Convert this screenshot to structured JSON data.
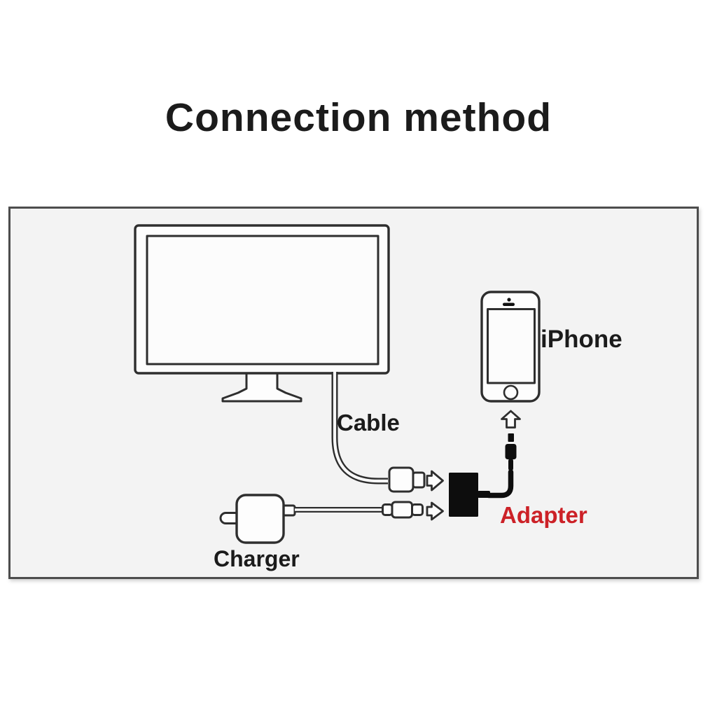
{
  "title": "Connection method",
  "diagram": {
    "labels": {
      "cable": "Cable",
      "iphone": "iPhone",
      "charger": "Charger",
      "adapter": "Adapter"
    },
    "colors": {
      "page_background": "#ffffff",
      "panel_background": "#f3f3f3",
      "panel_border": "#4d4d4d",
      "line_art": "#2e2e2e",
      "solid_black": "#0d0d0d",
      "adapter_label": "#cc2127",
      "title_text": "#1b1b1b"
    },
    "icons": [
      "monitor-icon",
      "cable-line",
      "hdmi-connector-icon",
      "right-arrow-icon",
      "adapter-icon",
      "lightning-connector-icon",
      "up-arrow-icon",
      "iphone-icon",
      "charger-icon",
      "usb-connector-icon"
    ]
  }
}
